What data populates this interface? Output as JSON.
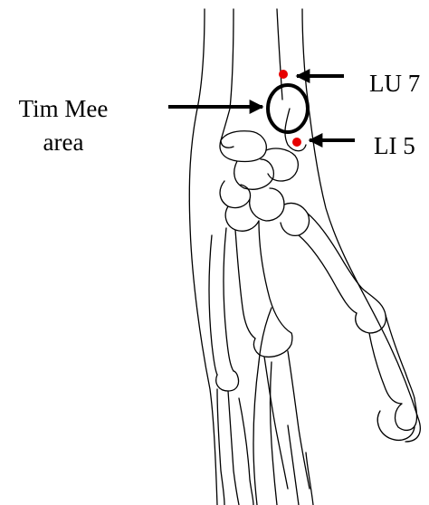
{
  "figure": {
    "labels": {
      "tim_mee_line1": "Tim Mee",
      "tim_mee_line2": "area",
      "lu7": "LU 7",
      "li5": "LI 5"
    },
    "colors": {
      "acupoint": "#e60000",
      "ink": "#000000",
      "background": "#ffffff"
    }
  }
}
